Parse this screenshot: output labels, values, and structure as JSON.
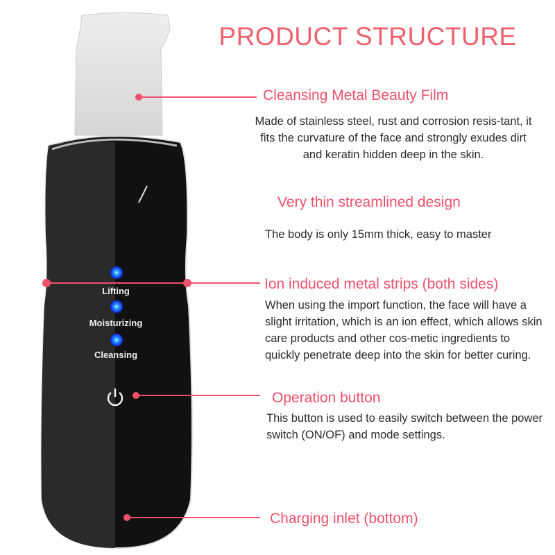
{
  "title": "PRODUCT STRUCTURE",
  "features": [
    {
      "heading": "Cleansing Metal Beauty Film",
      "text": "Made of stainless steel, rust and corrosion resis-tant, it fits the curvature of the face and strongly exudes dirt and keratin hidden deep in the skin."
    },
    {
      "heading": "Very thin streamlined design",
      "text": "The body is only 15mm thick, easy to master"
    },
    {
      "heading": "Ion induced metal strips (both sides)",
      "text": "When using the import function, the face will have a slight irritation, which is an ion effect, which allows skin care products and other cos-metic ingredients to quickly penetrate deep into the skin for better curing."
    },
    {
      "heading": "Operation button",
      "text": "This button is used to easily switch between the power switch (ON/OF) and mode settings."
    },
    {
      "heading": "Charging inlet (bottom)"
    }
  ],
  "device": {
    "modes": [
      "Lifting",
      "Moisturizing",
      "Cleansing"
    ],
    "icon": "power-icon",
    "accent": "#f0506a",
    "led": "#1a3cff"
  }
}
